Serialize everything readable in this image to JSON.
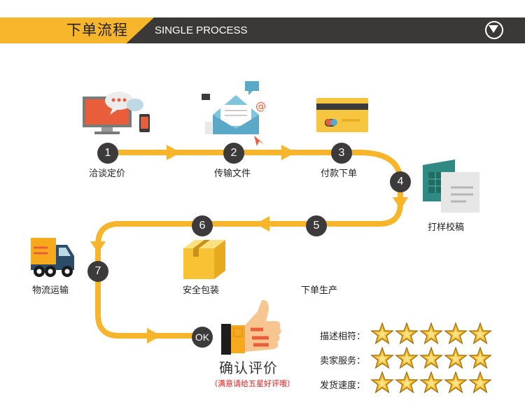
{
  "header": {
    "title_cn": "下单流程",
    "title_en": "SINGLE PROCESS",
    "colors": {
      "accent": "#f7b52b",
      "bar": "#3b3838"
    }
  },
  "steps": [
    {
      "badge": "1",
      "label": "洽谈定价"
    },
    {
      "badge": "2",
      "label": "传输文件"
    },
    {
      "badge": "3",
      "label": "付款下单"
    },
    {
      "badge": "4",
      "label": "打样校稿"
    },
    {
      "badge": "5",
      "label": "下单生产"
    },
    {
      "badge": "6",
      "label": "安全包装"
    },
    {
      "badge": "7",
      "label": "物流运输"
    },
    {
      "badge": "OK",
      "label": "确认评价"
    }
  ],
  "confirm_note": "（满意请给五星好评哦）",
  "ratings": [
    {
      "label": "描述相符：",
      "stars": 5
    },
    {
      "label": "卖家服务：",
      "stars": 5
    },
    {
      "label": "发货速度：",
      "stars": 5
    }
  ],
  "icons": [
    "computer-chat-icon",
    "email-icon",
    "credit-card-icon",
    "document-icon",
    "box-icon",
    "truck-icon",
    "thumbs-up-icon",
    "star-icon",
    "chevron-down-icon"
  ],
  "colors": {
    "path": "#f7b52b",
    "badge": "#3c3a3a",
    "note": "#e21b1b"
  }
}
